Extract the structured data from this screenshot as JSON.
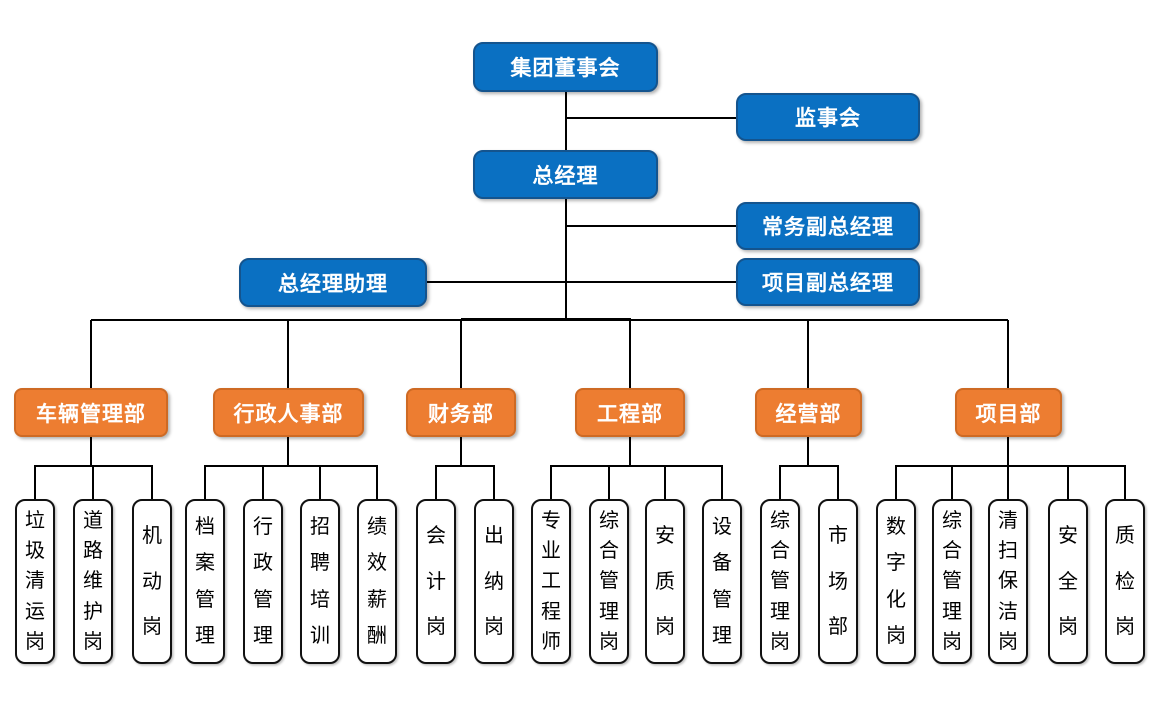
{
  "org": {
    "board": "集团董事会",
    "supervisory": "监事会",
    "general_manager": "总经理",
    "executive_deputy_gm": "常务副总经理",
    "gm_assistant": "总经理助理",
    "project_deputy_gm": "项目副总经理",
    "departments": [
      {
        "label": "车辆管理部",
        "positions": [
          "垃圾清运岗",
          "道路维护岗",
          "机动岗"
        ]
      },
      {
        "label": "行政人事部",
        "positions": [
          "档案管理",
          "行政管理",
          "招聘培训",
          "绩效薪酬"
        ]
      },
      {
        "label": "财务部",
        "positions": [
          "会计岗",
          "出纳岗"
        ]
      },
      {
        "label": "工程部",
        "positions": [
          "专业工程师",
          "综合管理岗",
          "安质岗",
          "设备管理"
        ]
      },
      {
        "label": "经营部",
        "positions": [
          "综合管理岗",
          "市场部"
        ]
      },
      {
        "label": "项目部",
        "positions": [
          "数字化岗",
          "综合管理岗",
          "清扫保洁岗",
          "安全岗",
          "质检岗"
        ]
      }
    ]
  },
  "colors": {
    "executive_fill": "#0A70C2",
    "executive_border": "#14548E",
    "department_fill": "#ED7D31",
    "department_border": "#CE6A24",
    "position_fill": "#FFFFFF",
    "position_border": "#111111",
    "connector": "#000000",
    "background": "#FFFFFF"
  }
}
